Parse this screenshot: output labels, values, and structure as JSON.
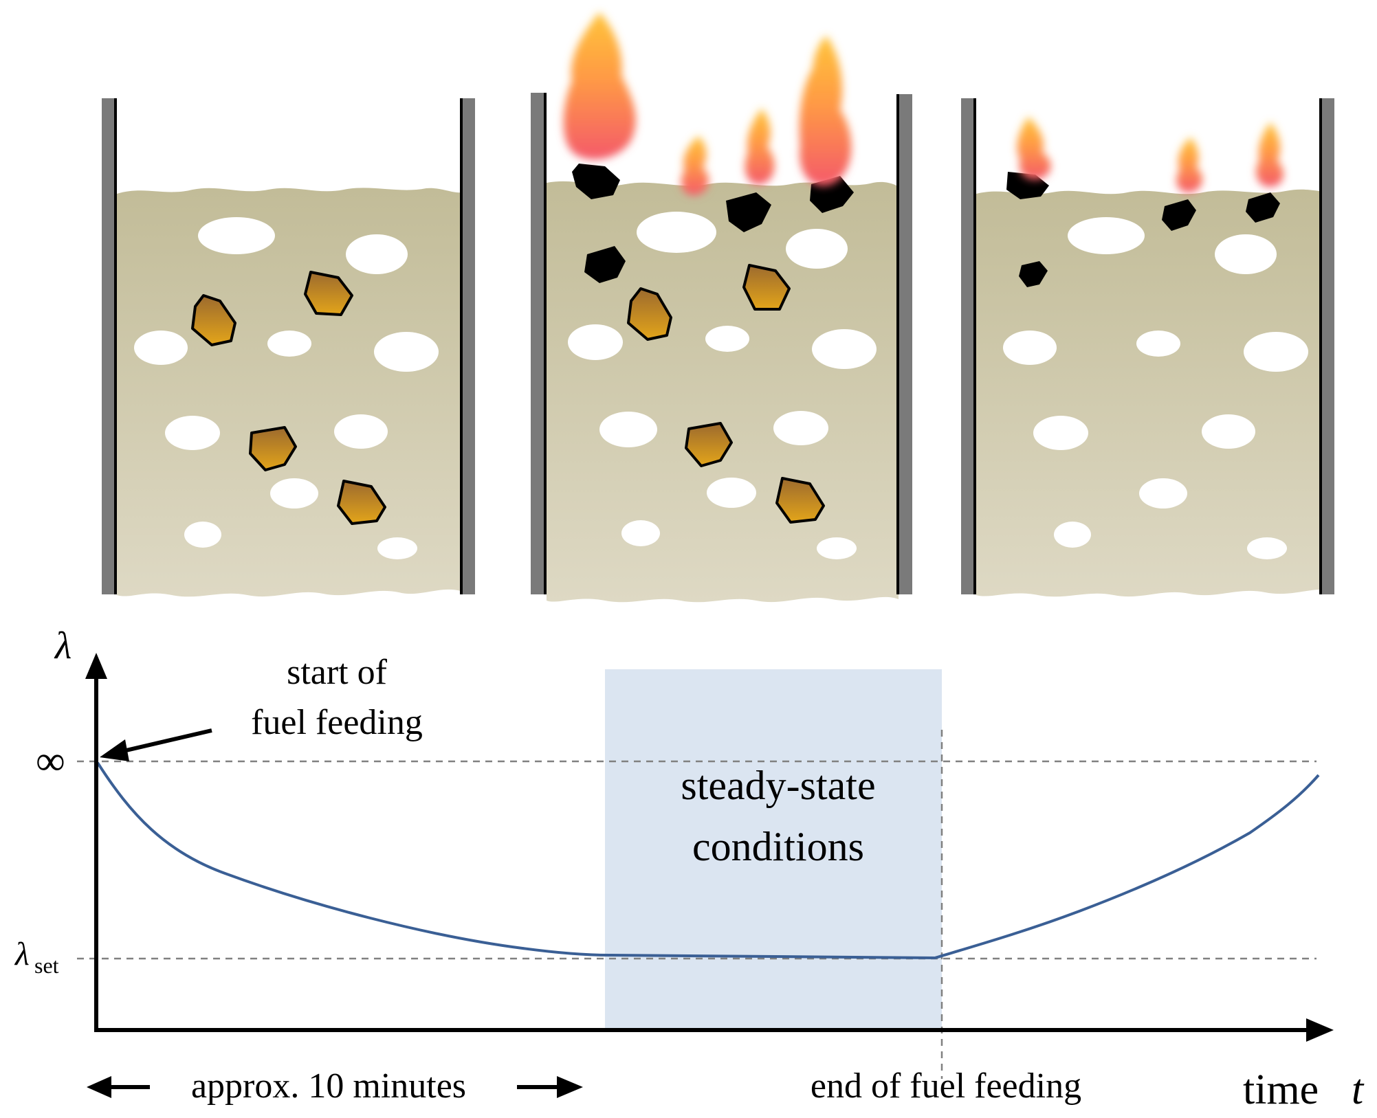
{
  "chart": {
    "y_axis_label": "λ",
    "y_tick_infinity": "∞",
    "y_tick_set_main": "λ",
    "y_tick_set_sub": "set",
    "x_axis_label_main": "time",
    "x_axis_label_var": "t"
  },
  "annotations": {
    "start_line1": "start of",
    "start_line2": "fuel feeding",
    "steady_line1": "steady-state",
    "steady_line2": "conditions",
    "end_feeding": "end of fuel feeding",
    "duration": "approx. 10 minutes"
  },
  "colors": {
    "bed_top": "#c2bc98",
    "bed_bottom": "#ded9c4",
    "wall": "#7a7a7a",
    "fuel_fill": "#c8901c",
    "char": "#000000",
    "curve": "#3a5f95",
    "steady_band": "#dbe5f1",
    "dashed": "#808080"
  },
  "panels": [
    {
      "state": "fresh fuel"
    },
    {
      "state": "burning"
    },
    {
      "state": "burnout"
    }
  ]
}
